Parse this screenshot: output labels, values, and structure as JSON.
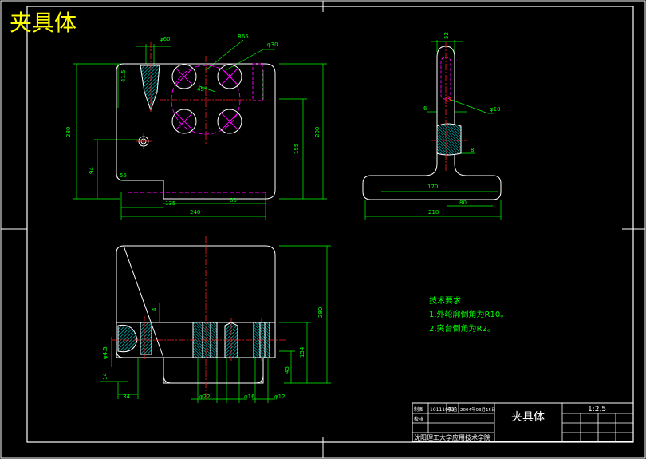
{
  "header_title": "夹具体",
  "technical_requirements": {
    "title": "技术要求",
    "items": [
      "1.外轮廓倒角为R10。",
      "2.突台倒角为R2。"
    ]
  },
  "front_view": {
    "dims": {
      "phi60": "φ60",
      "r65": "R65",
      "phi30": "φ30",
      "angle45": "45°",
      "d41_5": "41.5",
      "d280": "280",
      "d94": "94",
      "d55": "55",
      "d135": "135",
      "d80": "80",
      "d240": "240",
      "d155": "155",
      "d200": "200"
    }
  },
  "side_view": {
    "dims": {
      "d52": "52",
      "d6": "6",
      "phi10": "φ10",
      "d8": "8",
      "d170": "170",
      "d80": "80",
      "d210": "210"
    }
  },
  "top_view": {
    "dims": {
      "d280": "280",
      "phi4_5": "φ4.5",
      "d14": "14",
      "d34": "34",
      "d4": "4",
      "phi22": "φ22",
      "phi16": "φ16",
      "phi12": "φ12",
      "d45": "45",
      "d154": "154"
    }
  },
  "title_block": {
    "part_name": "夹具体",
    "scale": "1:2.5",
    "row1": [
      "制图",
      "10111002",
      "于涵",
      "2004年03月15日"
    ],
    "row2_label": "校核",
    "school": "沈阳理工大学应用技术学院"
  },
  "colors": {
    "outline": "#ffffff",
    "dimension": "#00ff00",
    "centerline": "#ff2020",
    "hidden": "#ff00ff",
    "section_fill": "#00c8c8",
    "title": "#ffff00"
  }
}
